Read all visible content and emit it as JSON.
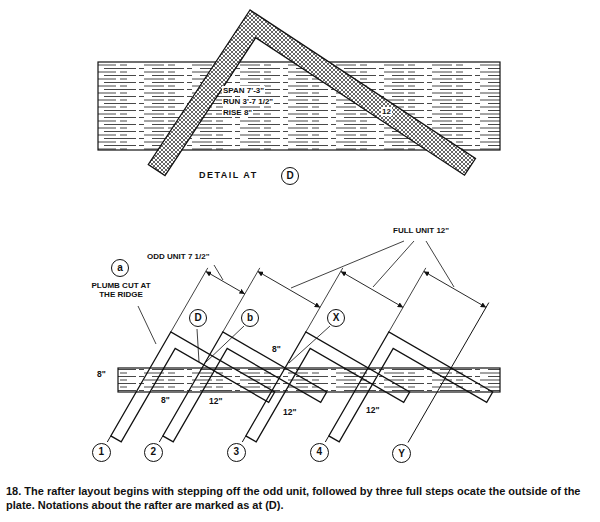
{
  "diagram": {
    "caption": "18. The rafter layout begins with stepping off the odd unit, followed by three full steps ocate the outside of the plate. Notations about the rafter are marked as at (D).",
    "nodes": [
      {
        "text": [
          "D"
        ]
      },
      {
        "text": [
          "a"
        ]
      },
      {
        "text": [
          "D"
        ]
      },
      {
        "text": [
          "b"
        ]
      },
      {
        "text": [
          "X"
        ]
      },
      {
        "text": [
          "1"
        ]
      },
      {
        "text": [
          "2"
        ]
      },
      {
        "text": [
          "3"
        ]
      },
      {
        "text": [
          "4"
        ]
      },
      {
        "text": [
          "Y"
        ]
      }
    ],
    "labels": [
      "SPAN 7'-3\"",
      "RUN 3'-7 1/2\"",
      "RISE 8\"",
      "12",
      "DETAIL AT",
      "ODD UNIT 7 1/2\"",
      "FULL UNIT 12\"",
      "PLUMB CUT AT THE RIDGE",
      "8\"",
      "8\"",
      "12\"",
      "8\"",
      "12\"",
      "12\""
    ]
  }
}
